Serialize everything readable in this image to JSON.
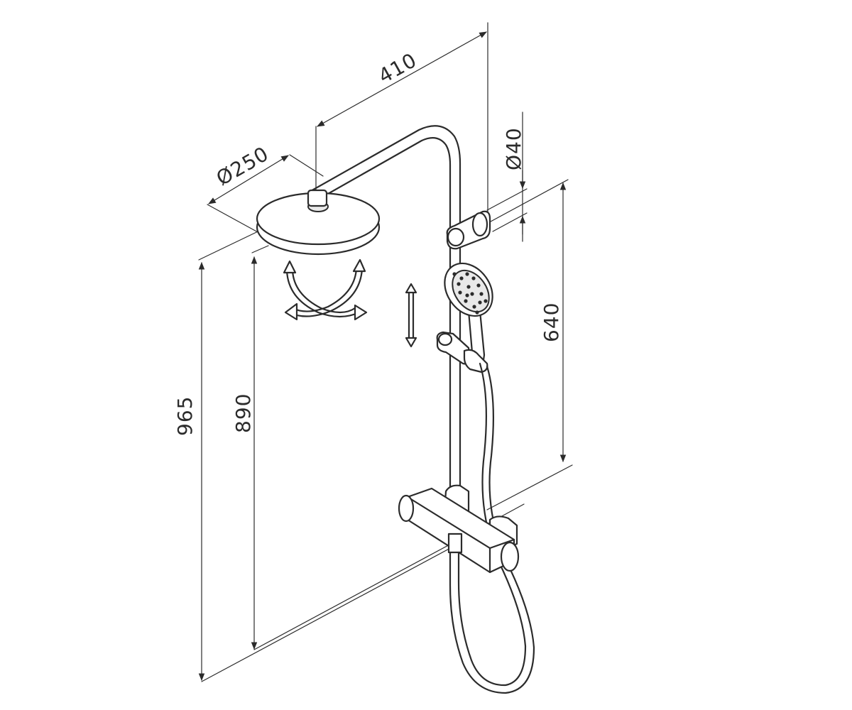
{
  "dimensions": {
    "width_arm": "410",
    "head_diameter": "Ø250",
    "bar_diameter": "Ø40",
    "bar_length": "640",
    "height_total": "965",
    "height_head": "890"
  }
}
